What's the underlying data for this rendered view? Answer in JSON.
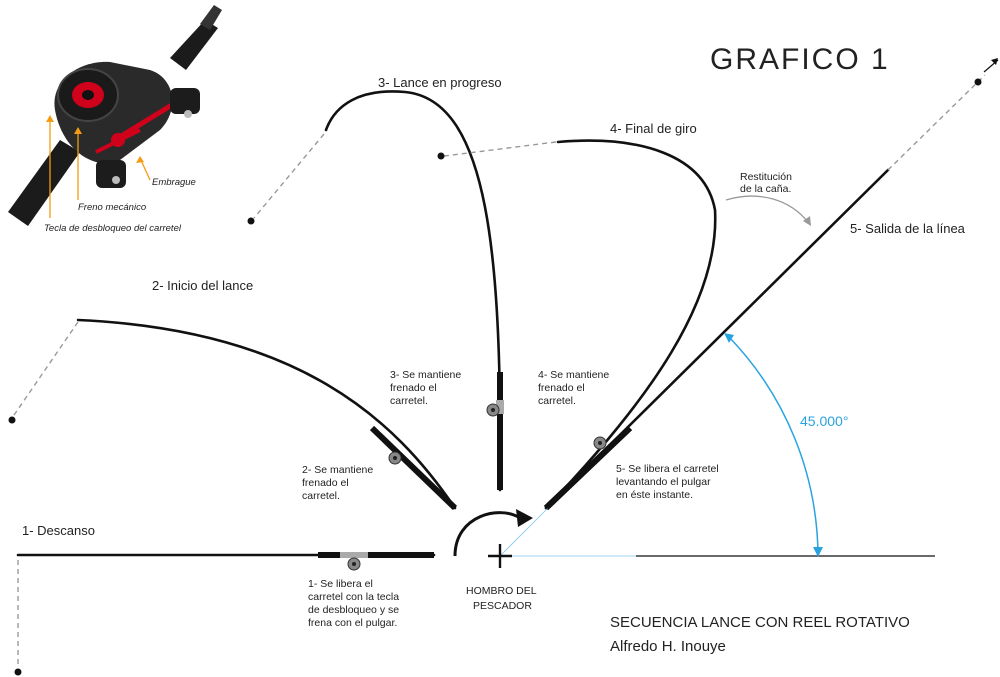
{
  "title": "GRAFICO 1",
  "caption": {
    "line1": "SECUENCIA LANCE CON REEL ROTATIVO",
    "line2": "Alfredo H. Inouye"
  },
  "shoulder": {
    "line1": "HOMBRO DEL",
    "line2": "PESCADOR"
  },
  "angle_label": "45.000°",
  "colors": {
    "angle": "#29a3e0",
    "reel_callout": "#f39c12",
    "reel_accent": "#d0021b"
  },
  "reel_callouts": {
    "embrague": "Embrague",
    "freno": "Freno mecánico",
    "tecla": "Tecla de desbloqueo del carretel"
  },
  "stages": {
    "s1": "1- Descanso",
    "s2": "2- Inicio del lance",
    "s3": "3- Lance en progreso",
    "s4": "4- Final de giro",
    "s5": "5- Salida de la línea"
  },
  "notes": {
    "n1": [
      "1- Se libera el",
      "carretel con la tecla",
      "de desbloqueo y se",
      "frena con el pulgar."
    ],
    "n2": [
      "2- Se mantiene",
      "frenado el",
      "carretel."
    ],
    "n3": [
      "3- Se mantiene",
      "frenado el",
      "carretel."
    ],
    "n4": [
      "4- Se mantiene",
      "frenado el",
      "carretel."
    ],
    "n5": [
      "5- Se libera el carretel",
      "levantando el pulgar",
      "en éste instante."
    ]
  },
  "restitucion": [
    "Restitución",
    "de la caña."
  ]
}
